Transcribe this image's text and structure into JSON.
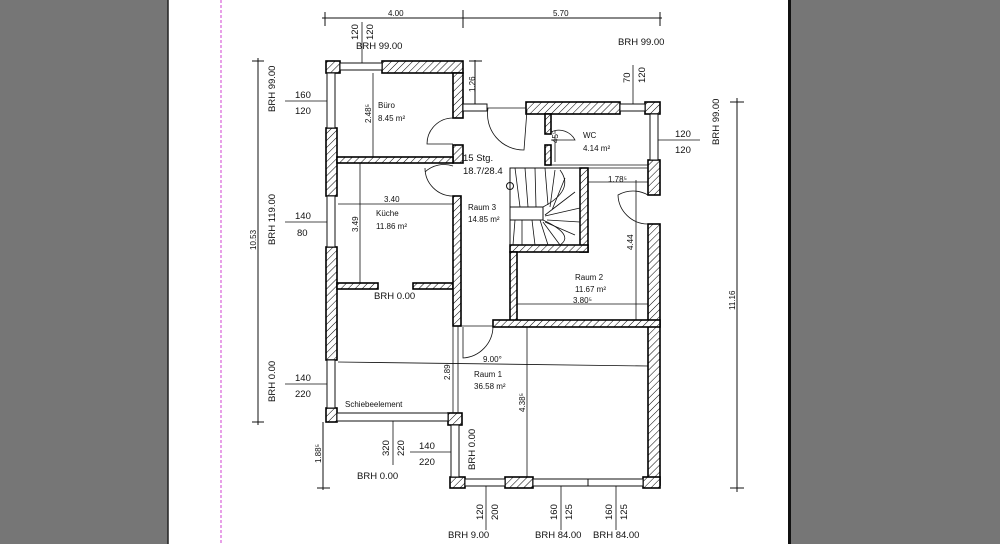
{
  "overall_dims": {
    "left_width": "4.00",
    "right_width": "5.70",
    "left_height": "10.53",
    "right_height": "11.16"
  },
  "rooms": [
    {
      "name": "Büro",
      "area": "8.45 m²",
      "dim": "2.48⁵"
    },
    {
      "name": "Küche",
      "area": "11.86 m²",
      "dim_w": "3.40",
      "dim_h": "3.49"
    },
    {
      "name": "Raum 3",
      "area": "14.85 m²"
    },
    {
      "name": "WC",
      "area": "4.14 m²",
      "dim": "45⁵"
    },
    {
      "name": "Raum 2",
      "area": "11.67 m²",
      "dim_w": "3.80⁵",
      "dim_h": "4.44",
      "dim_top": "1.78⁵"
    },
    {
      "name": "Raum 1",
      "area": "36.58 m²",
      "dim_h": "4.38⁵",
      "dim_side": "2.89",
      "angle": "9.00°"
    }
  ],
  "stairs": {
    "count": "15 Stg.",
    "ratio": "18.7/28.4"
  },
  "openings": {
    "top_left": [
      "120",
      "120"
    ],
    "top_right": [
      "70",
      "120"
    ],
    "top_gap": "1.26",
    "left_buero": [
      "160",
      "120"
    ],
    "left_kueche": [
      "140",
      "80"
    ],
    "left_schiebe": [
      "140",
      "220"
    ],
    "right_wc": [
      "120",
      "120"
    ],
    "bottom_schiebe": [
      "320",
      "220"
    ],
    "side_raum1": [
      "140",
      "220"
    ],
    "bottom_1": [
      "120",
      "200"
    ],
    "bottom_2": [
      "160",
      "125"
    ],
    "bottom_3": [
      "160",
      "125"
    ],
    "offset": "1.88⁵"
  },
  "brh": {
    "top_left": "BRH 99.00",
    "top_right": "BRH 99.00",
    "left_buero": "BRH 99.00",
    "left_kueche": "BRH 119.00",
    "left_schiebe": "BRH 0.00",
    "right_wc": "BRH 99.00",
    "kueche_door": "BRH 0.00",
    "side_raum1": "BRH 0.00",
    "bottom_schiebe": "BRH 0.00",
    "bottom_1": "BRH 9.00",
    "bottom_2": "BRH 84.00",
    "bottom_3": "BRH 84.00"
  },
  "labels": {
    "sliding": "Schiebeelement"
  }
}
